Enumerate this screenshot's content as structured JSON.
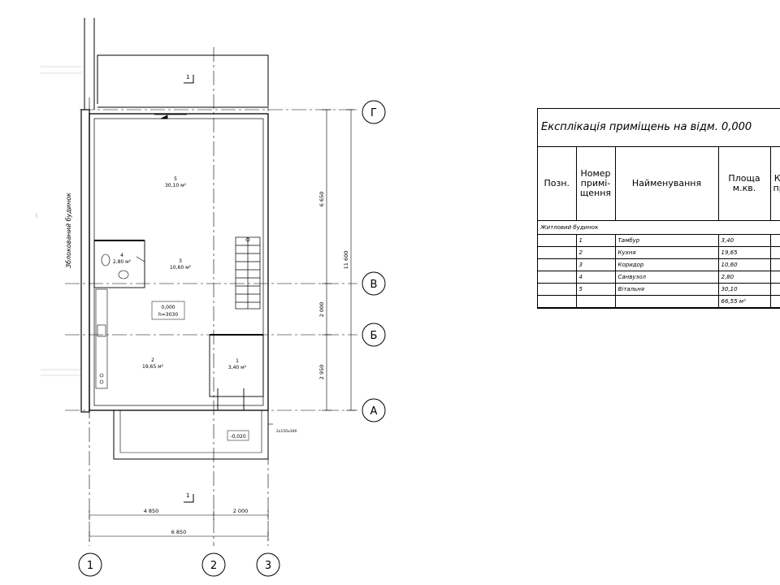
{
  "axes": {
    "horizontal": [
      {
        "id": "axis-G",
        "label": "Г"
      },
      {
        "id": "axis-V",
        "label": "В"
      },
      {
        "id": "axis-B",
        "label": "Б"
      },
      {
        "id": "axis-A",
        "label": "А"
      }
    ],
    "vertical": [
      {
        "id": "axis-1",
        "label": "1"
      },
      {
        "id": "axis-2",
        "label": "2"
      },
      {
        "id": "axis-3",
        "label": "3"
      }
    ]
  },
  "dimensions": {
    "right_6650": "6 650",
    "right_2000": "2 000",
    "right_2950": "2 950",
    "right_total": "11 600",
    "bottom_4850": "4 850",
    "bottom_2000": "2 000",
    "bottom_total": "6 850"
  },
  "rooms": [
    {
      "num": "5",
      "area": "30,10 м²"
    },
    {
      "num": "4",
      "area": "2,80 м²"
    },
    {
      "num": "3",
      "area": "10,60 м²"
    },
    {
      "num": "2",
      "area": "19,65 м²"
    },
    {
      "num": "1",
      "area": "3,40 м²"
    }
  ],
  "level_mark": {
    "value": "0,000",
    "height": "h=3030"
  },
  "entrance_level": "-0,020",
  "steps_note": "2х150х300",
  "section_mark": "1",
  "neighbor_label": "Зблокований будинок",
  "explication": {
    "title": "Експлікація приміщень на відм. 0,000",
    "headers": [
      "Позн.",
      "Номер примі-щення",
      "Найменування",
      "Площа м.кв.",
      "Кат. приміщ."
    ],
    "group_label": "Житловий будинок",
    "rows": [
      {
        "num": "1",
        "name": "Тамбур",
        "area": "3,40"
      },
      {
        "num": "2",
        "name": "Кухня",
        "area": "19,65"
      },
      {
        "num": "3",
        "name": "Коридор",
        "area": "10,60"
      },
      {
        "num": "4",
        "name": "Санвузол",
        "area": "2,80"
      },
      {
        "num": "5",
        "name": "Вітальня",
        "area": "30,10"
      }
    ],
    "total": "66,55 м²"
  }
}
